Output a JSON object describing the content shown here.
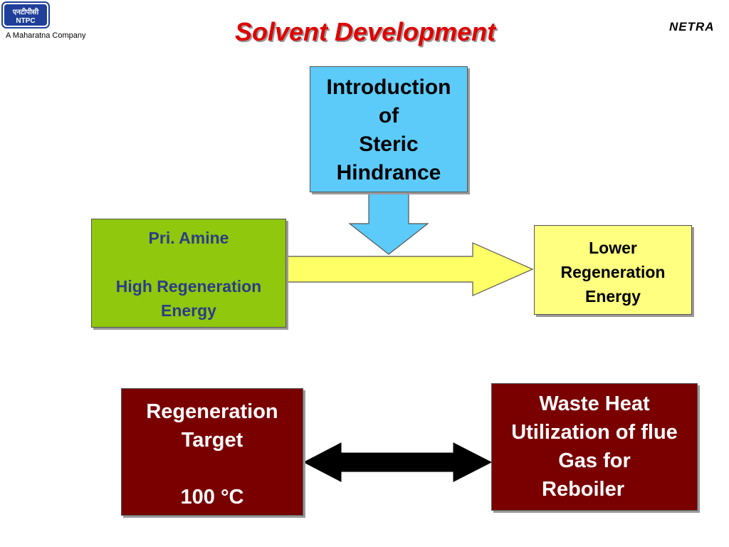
{
  "header": {
    "logo_text": "एनटीपीसी NTPC",
    "tagline": "A Maharatna Company",
    "title": "Solvent Development",
    "brand": "NETRA"
  },
  "diagram": {
    "steric_box": {
      "lines": [
        "Introduction",
        "of",
        "Steric",
        "Hindrance"
      ]
    },
    "primary_box": {
      "lines": [
        "Pri. Amine",
        "",
        "High Regeneration",
        "Energy"
      ]
    },
    "lower_box": {
      "lines": [
        "Lower",
        "Regeneration",
        "Energy"
      ]
    },
    "target_box": {
      "lines": [
        "Regeneration",
        "Target",
        "",
        "100 °C"
      ]
    },
    "waste_box": {
      "lines": [
        "Waste Heat",
        "Utilization of flue",
        "Gas for",
        "Reboiler"
      ]
    }
  },
  "colors": {
    "title": "#e00000",
    "steric_box": "#5ccbfa",
    "primary_box": "#8fc80c",
    "primary_text": "#2b3d88",
    "lower_box": "#ffff80",
    "bottom_boxes": "#7a0000",
    "horizontal_arrow": "#ffff66",
    "down_arrow": "#5ccbfa",
    "double_arrow": "#000000"
  }
}
